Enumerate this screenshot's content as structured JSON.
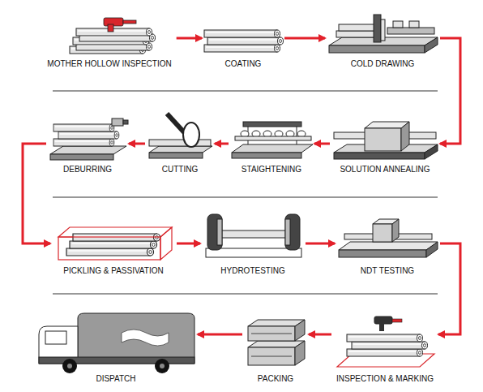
{
  "diagram": {
    "nodes": [
      {
        "text": [
          "MOTHER HOLLOW INSPECTION"
        ]
      },
      {
        "text": [
          "COATING"
        ]
      },
      {
        "text": [
          "COLD DRAWING"
        ]
      },
      {
        "text": [
          "SOLUTION ANNEALING"
        ]
      },
      {
        "text": [
          "STAIGHTENING"
        ]
      },
      {
        "text": [
          "CUTTING"
        ]
      },
      {
        "text": [
          "DEBURRING"
        ]
      },
      {
        "text": [
          "PICKLING & PASSIVATION"
        ]
      },
      {
        "text": [
          "HYDROTESTING"
        ]
      },
      {
        "text": [
          "NDT TESTING"
        ]
      },
      {
        "text": [
          "INSPECTION & MARKING"
        ]
      },
      {
        "text": [
          "PACKING"
        ]
      },
      {
        "text": [
          "DISPATCH"
        ]
      }
    ],
    "edges": [
      {
        "from": 0,
        "to": 1,
        "arrow": "to"
      },
      {
        "from": 1,
        "to": 2,
        "arrow": "to"
      },
      {
        "from": 2,
        "to": 3,
        "arrow": "to"
      },
      {
        "from": 3,
        "to": 4,
        "arrow": "to"
      },
      {
        "from": 4,
        "to": 5,
        "arrow": "to"
      },
      {
        "from": 5,
        "to": 6,
        "arrow": "to"
      },
      {
        "from": 6,
        "to": 7,
        "arrow": "to"
      },
      {
        "from": 7,
        "to": 8,
        "arrow": "to"
      },
      {
        "from": 8,
        "to": 9,
        "arrow": "to"
      },
      {
        "from": 9,
        "to": 10,
        "arrow": "to"
      },
      {
        "from": 10,
        "to": 11,
        "arrow": "to"
      },
      {
        "from": 11,
        "to": 12,
        "arrow": "to"
      }
    ]
  }
}
